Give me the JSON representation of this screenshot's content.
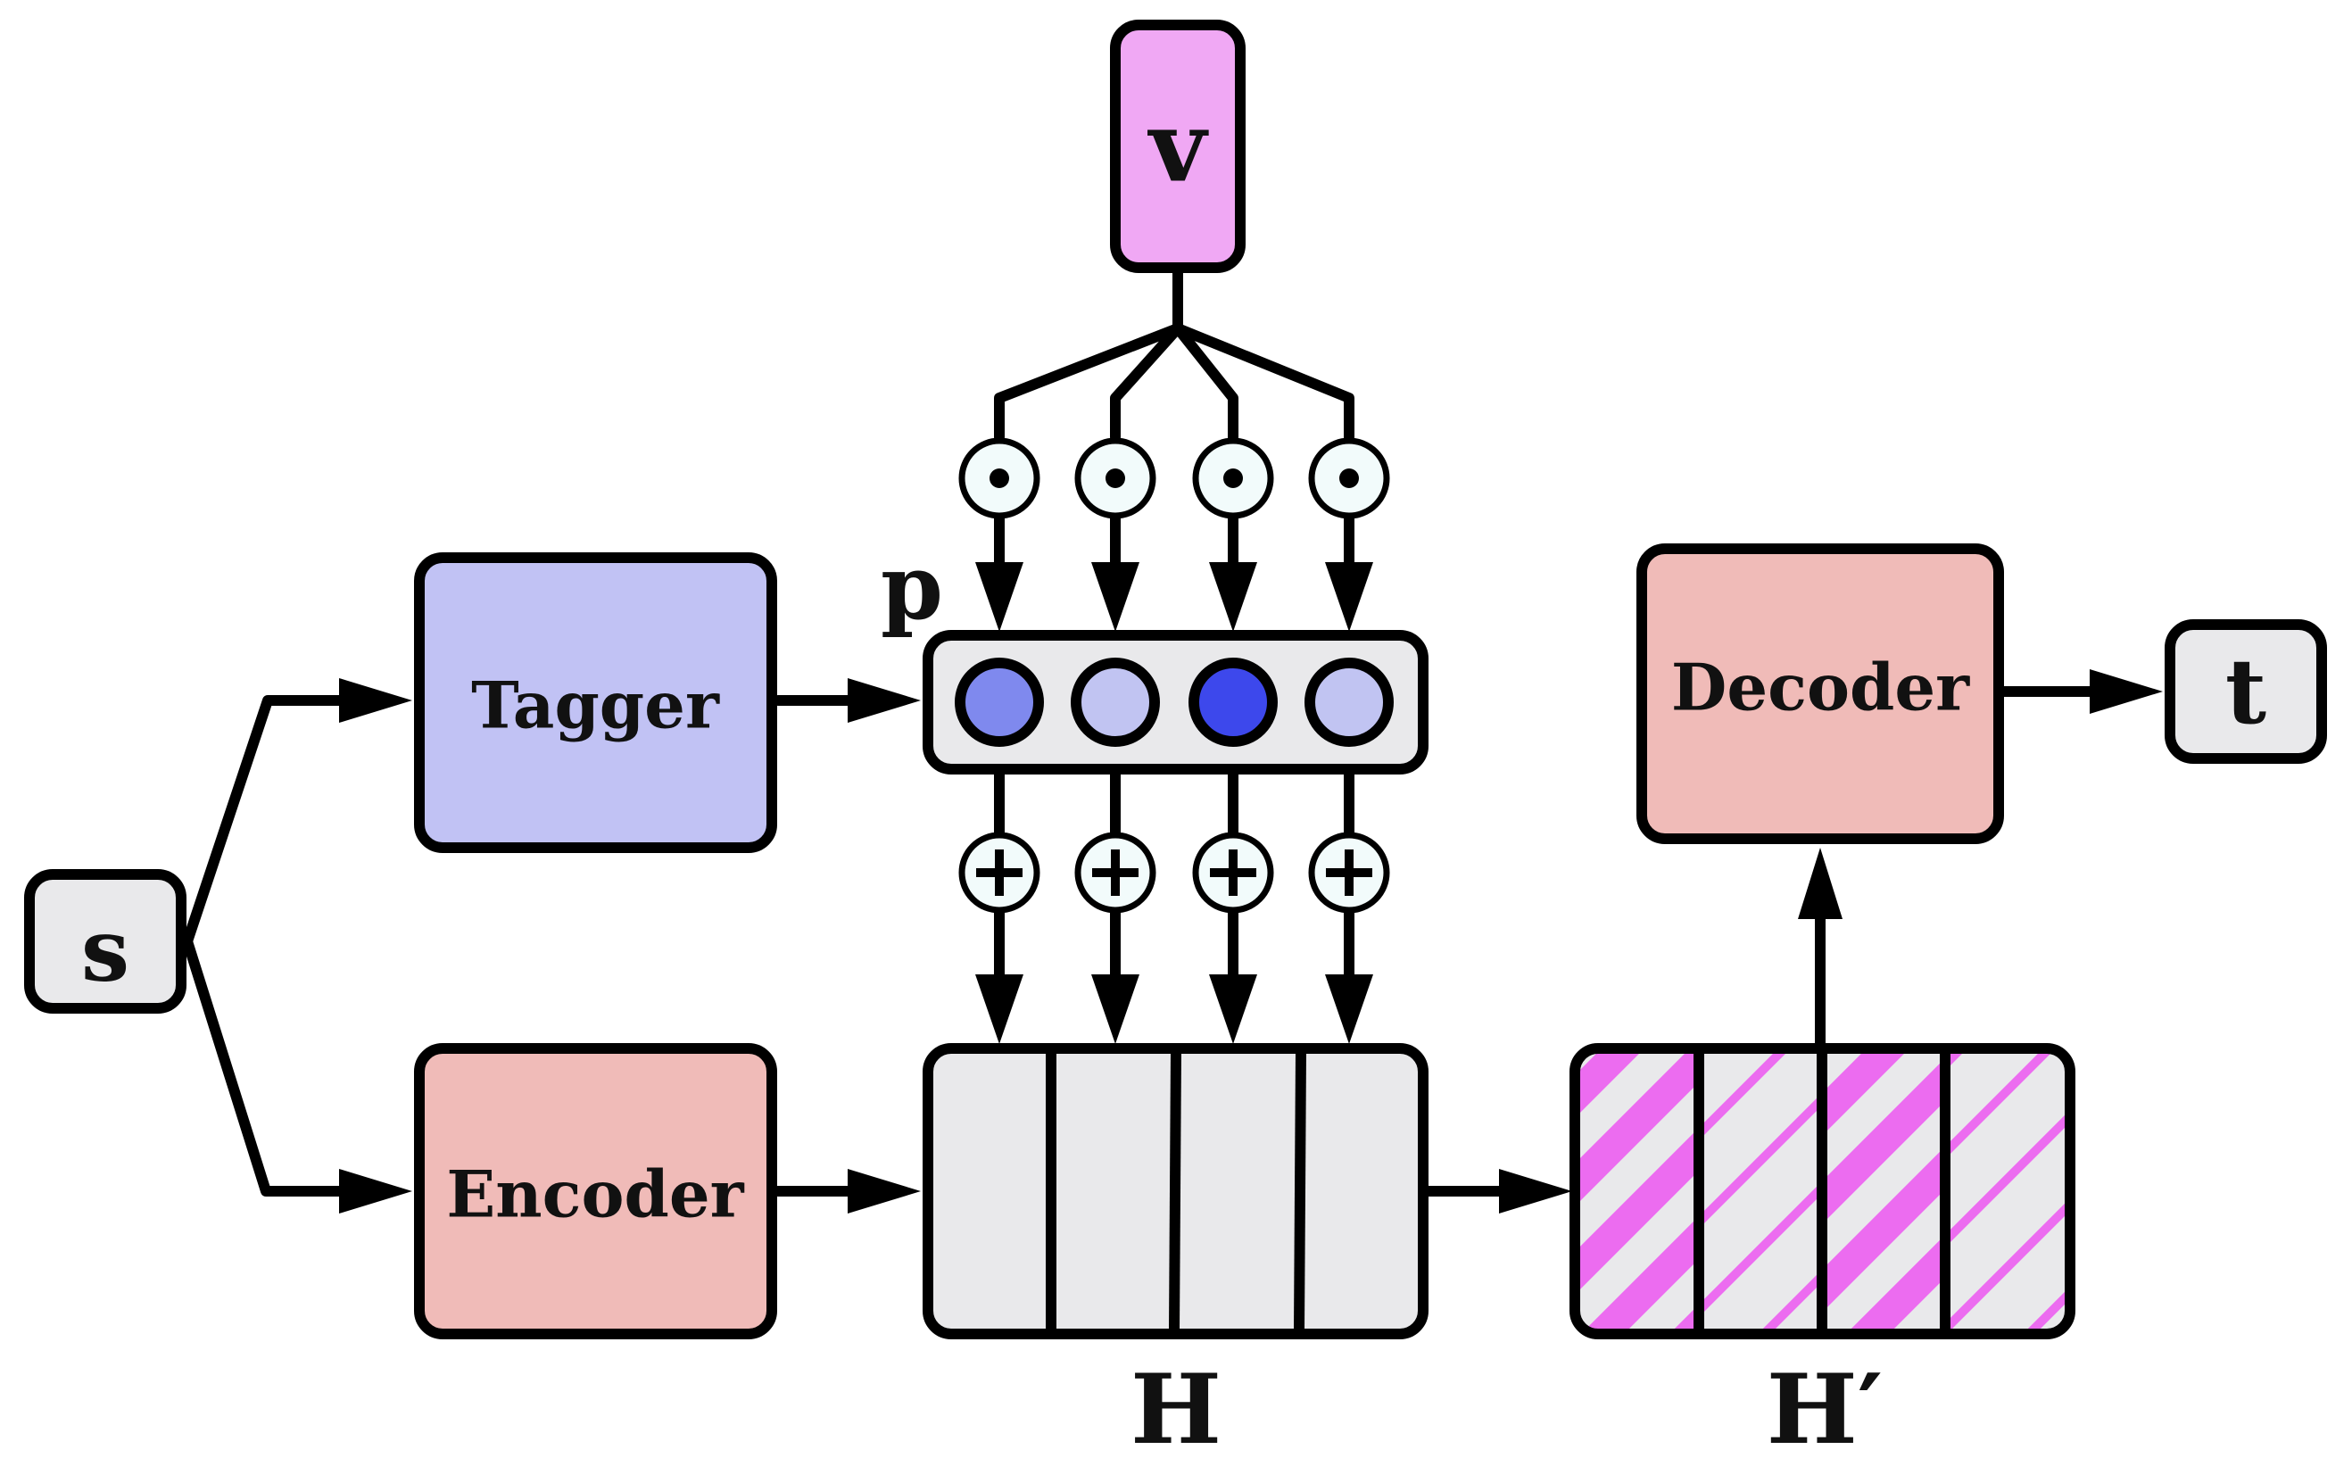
{
  "input": {
    "label": "s"
  },
  "output": {
    "label": "t"
  },
  "vector": {
    "label": "v"
  },
  "tagger": {
    "label": "Tagger"
  },
  "encoder": {
    "label": "Encoder"
  },
  "decoder": {
    "label": "Decoder"
  },
  "probs": {
    "label": "p"
  },
  "hidden": {
    "label": "H"
  },
  "hidden_prime": {
    "label": "H′"
  },
  "ops": {
    "dot": "•",
    "plus": "+"
  },
  "colors": {
    "tagger_fill": "#c1c2f4",
    "encoder_fill": "#f0bbb8",
    "decoder_fill": "#f0bbb8",
    "v_fill": "#f0a8f4",
    "box_fill": "#e9e9eb",
    "op_fill": "#f2fbfb",
    "stripe": "#ec6cf0",
    "p_circles": [
      "#7f89ee",
      "#c1c4f2",
      "#3d48ec",
      "#c1c4f2"
    ]
  },
  "icons": [
    "dot-product-icon",
    "add-icon"
  ]
}
